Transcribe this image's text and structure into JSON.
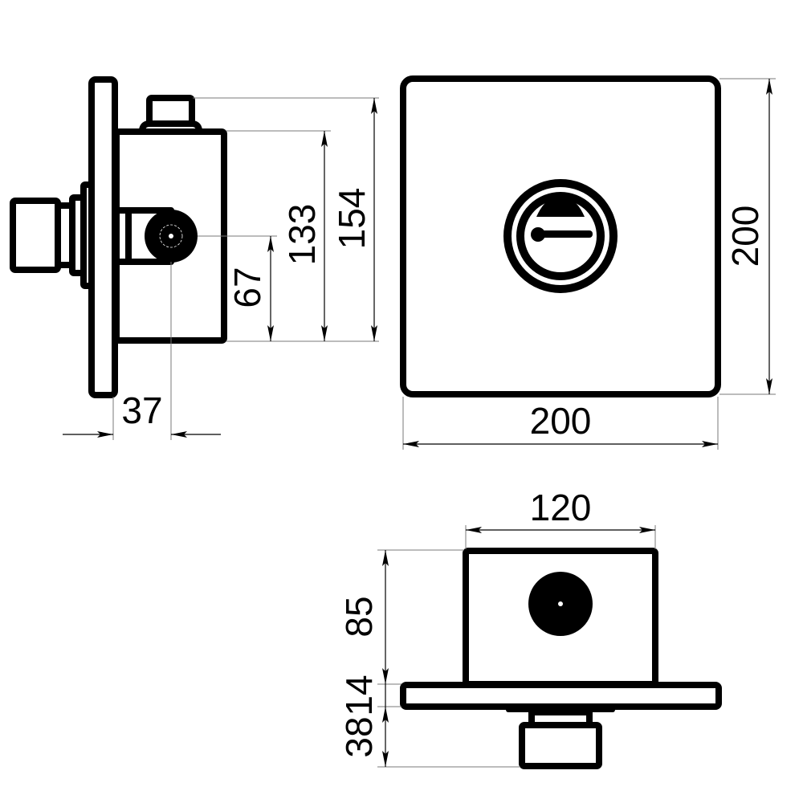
{
  "drawing": {
    "side_view": {
      "dim_height_total": "154",
      "dim_height_body": "133",
      "dim_axis_height": "67",
      "dim_axis_depth": "37"
    },
    "front_view": {
      "dim_width": "200",
      "dim_height": "200"
    },
    "top_view": {
      "dim_width": "120",
      "dim_body_depth": "85",
      "dim_plate_thickness": "14",
      "dim_knob_depth": "38"
    },
    "colors": {
      "line": "#000000",
      "dimension_line": "#7a7a7a",
      "background": "#ffffff"
    }
  }
}
